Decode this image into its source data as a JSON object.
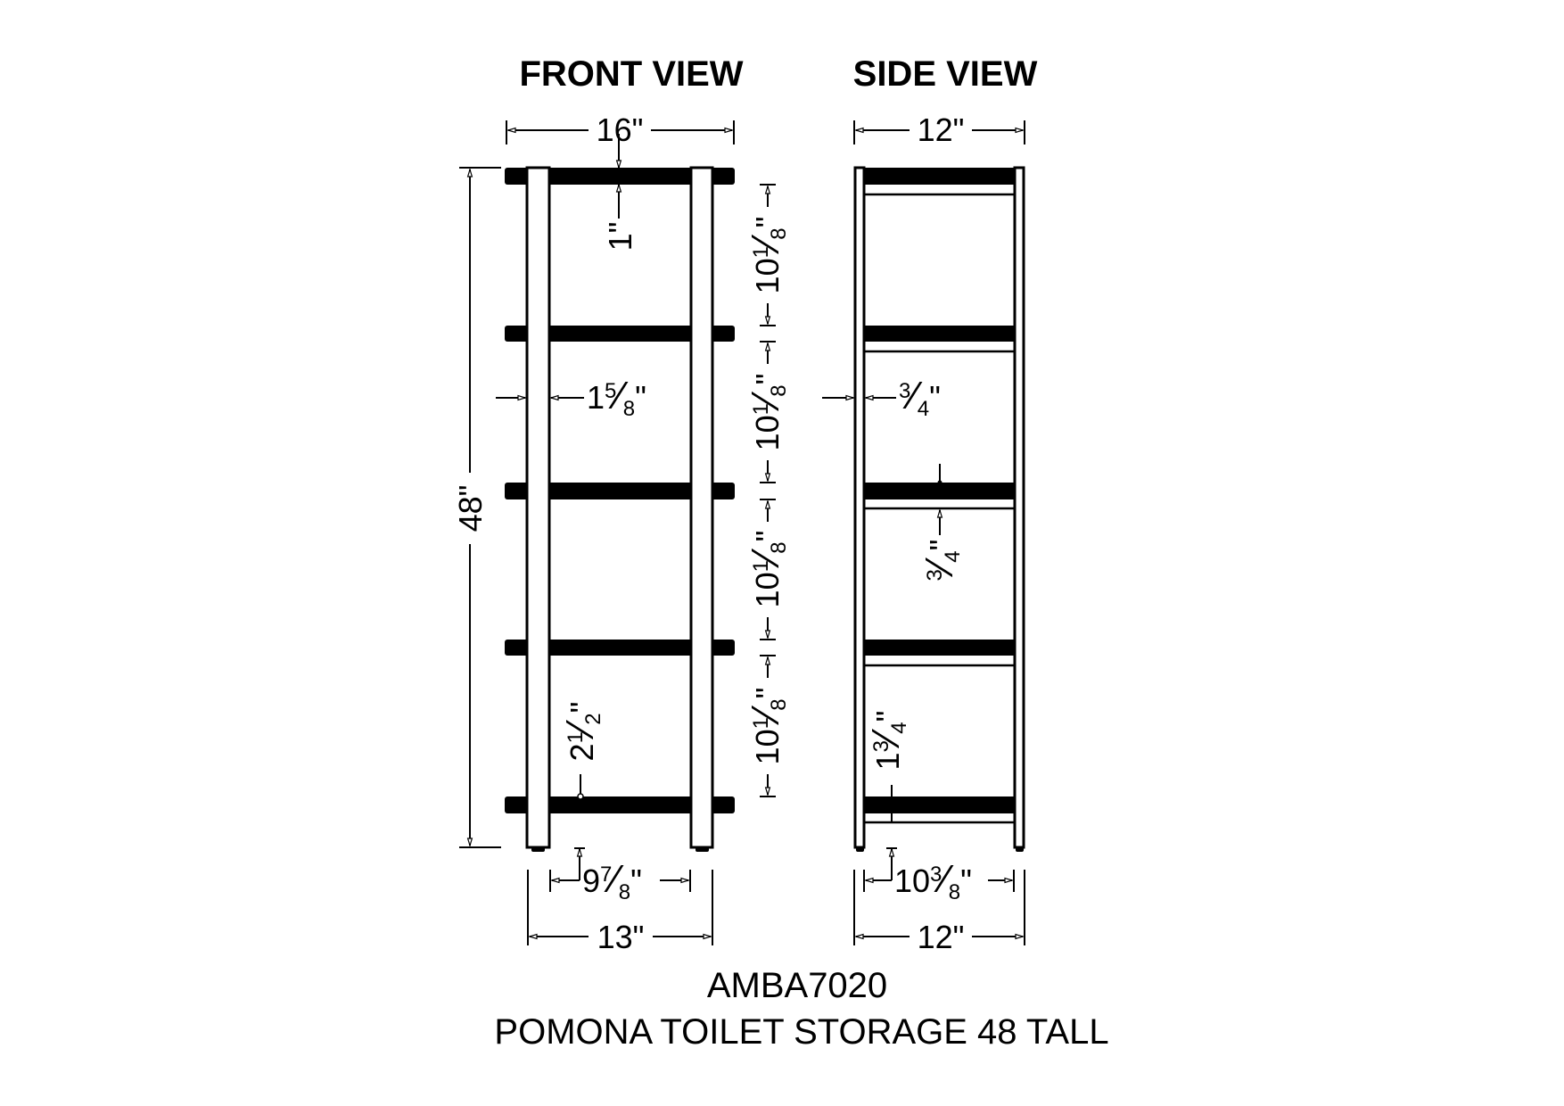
{
  "views": {
    "front_title": "FRONT VIEW",
    "side_title": "SIDE VIEW"
  },
  "unit": "\"",
  "front": {
    "overall_width": "16\"",
    "overall_height": "48\"",
    "top_overhang": "1\"",
    "shelf_spacing": [
      {
        "whole": "10",
        "num": "1",
        "den": "8"
      },
      {
        "whole": "10",
        "num": "1",
        "den": "8"
      },
      {
        "whole": "10",
        "num": "1",
        "den": "8"
      },
      {
        "whole": "10",
        "num": "1",
        "den": "8"
      }
    ],
    "post_width": {
      "whole": "1",
      "num": "5",
      "den": "8"
    },
    "bottom_shelf_height": {
      "whole": "2",
      "num": "1",
      "den": "2"
    },
    "inner_width": {
      "whole": "9",
      "num": "7",
      "den": "8"
    },
    "leg_span": "13\""
  },
  "side": {
    "overall_depth": "12\"",
    "post_thickness": {
      "whole": "",
      "num": "3",
      "den": "4"
    },
    "rail_gap": {
      "whole": "",
      "num": "3",
      "den": "4"
    },
    "bottom_rail_height": {
      "whole": "1",
      "num": "3",
      "den": "4"
    },
    "inner_depth": {
      "whole": "10",
      "num": "3",
      "den": "8"
    },
    "base_depth": "12\""
  },
  "title": {
    "model": "AMBA7020",
    "name": "POMONA TOILET STORAGE 48 TALL"
  }
}
